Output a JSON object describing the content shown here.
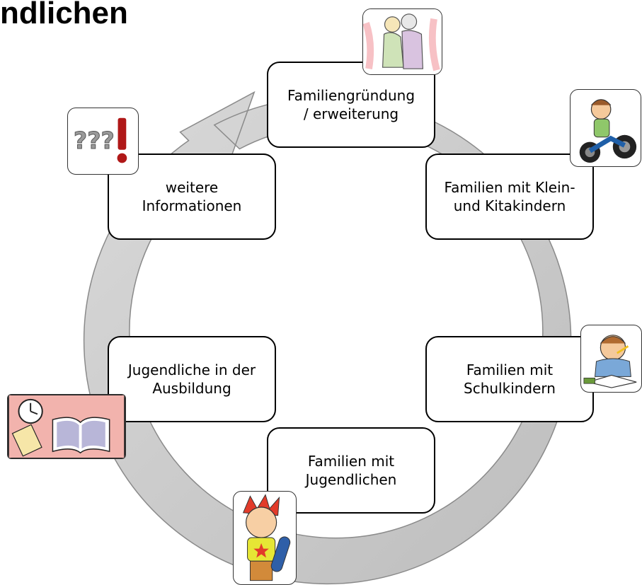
{
  "page": {
    "title": "ndlichen"
  },
  "cycle": {
    "stages": [
      {
        "id": "gruendung",
        "label": "Familiengründung\n/ erweiterung",
        "image": "couple-dancing-icon"
      },
      {
        "id": "klein",
        "label": "Familien mit Klein-\nund Kitakindern",
        "image": "child-tricycle-icon"
      },
      {
        "id": "schul",
        "label": "Familien mit\nSchulkindern",
        "image": "child-homework-icon"
      },
      {
        "id": "jugend",
        "label": "Familien mit\nJugendlichen",
        "image": "teen-skateboard-icon"
      },
      {
        "id": "ausbildung",
        "label": "Jugendliche in der\nAusbildung",
        "image": "books-clock-icon"
      },
      {
        "id": "info",
        "label": "weitere\nInformationen",
        "image": "question-exclamation-icon"
      }
    ],
    "colors": {
      "ring": "#c8c8c8",
      "ring_edge": "#8a8a8a",
      "box_border": "#000000"
    }
  }
}
